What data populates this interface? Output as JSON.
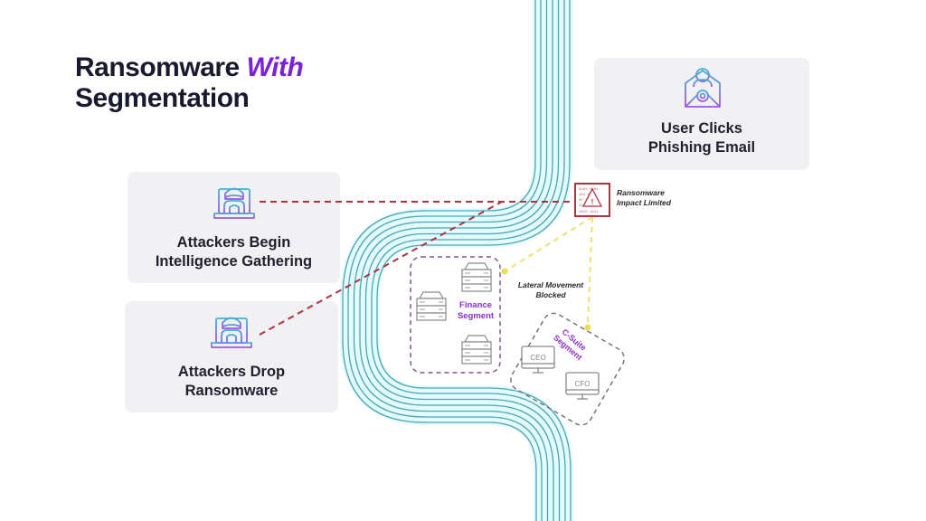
{
  "title": {
    "line1": "Ransomware",
    "accent": "With",
    "line2": "Segmentation"
  },
  "cards": [
    {
      "id": "phishing",
      "line1": "User Clicks",
      "line2": "Phishing Email",
      "icon": "phishing-email-icon"
    },
    {
      "id": "intel",
      "line1": "Attackers Begin",
      "line2": "Intelligence Gathering",
      "icon": "hacker-laptop-icon"
    },
    {
      "id": "drop",
      "line1": "Attackers Drop",
      "line2": "Ransomware",
      "icon": "hacker-laptop-icon"
    }
  ],
  "impact": {
    "line1": "Ransomware",
    "line2": "Impact Limited",
    "icon": "infected-file-warning-icon"
  },
  "lateral": {
    "line1": "Lateral Movement",
    "line2": "Blocked"
  },
  "segments": {
    "finance": {
      "line1": "Finance",
      "line2": "Segment",
      "servers": 3
    },
    "csuite": {
      "line1": "C-Suite",
      "line2": "Segment",
      "devices": [
        "CEO",
        "CFO"
      ]
    }
  },
  "colors": {
    "accent": "#7a22d6",
    "segment_label": "#8b2fc9",
    "attack_line": "#b0323e",
    "blocked_line": "#f0e070",
    "river_fill": "#e3fbfd",
    "river_line": "#4aa6b3",
    "card_bg": "#f1f1f4"
  }
}
